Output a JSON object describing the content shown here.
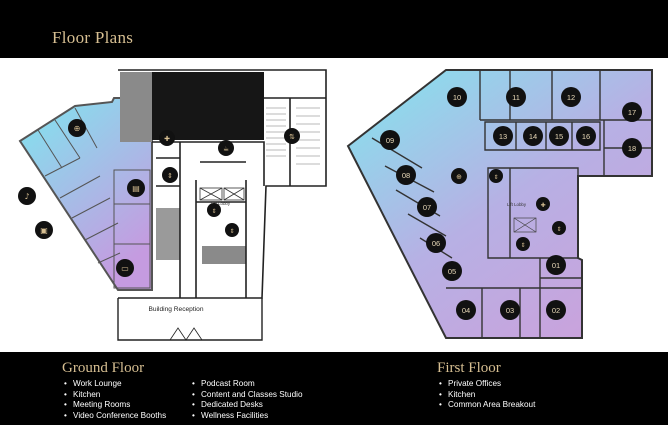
{
  "page": {
    "title": "Floor Plans"
  },
  "ground_floor": {
    "title": "Ground Floor",
    "features_col1": [
      "Work Lounge",
      "Kitchen",
      "Meeting Rooms",
      "Video Conference Booths"
    ],
    "features_col2": [
      "Podcast Room",
      "Content and Classes Studio",
      "Dedicated Desks",
      "Wellness Facilities"
    ],
    "plan_labels": {
      "reception": "Building Reception",
      "lift_lobby": "Lift Lobby"
    }
  },
  "first_floor": {
    "title": "First Floor",
    "features": [
      "Private Offices",
      "Kitchen",
      "Common Area Breakout"
    ],
    "plan_labels": {
      "lift_lobby": "Lift Lobby"
    },
    "office_numbers": [
      "01",
      "02",
      "03",
      "04",
      "05",
      "06",
      "07",
      "08",
      "09",
      "10",
      "11",
      "12",
      "13",
      "14",
      "15",
      "16",
      "17",
      "18"
    ]
  },
  "colors": {
    "gold": "#d7bf92",
    "background": "#000000",
    "gradient_start": "#7fe6ef",
    "gradient_end": "#c59be0",
    "marker": "#111111"
  },
  "icons": [
    "podcast-mic-icon",
    "video-booth-icon",
    "dining-icon",
    "dedicated-desk-icon",
    "lounge-icon",
    "wellness-icon",
    "lift-icon",
    "stairs-icon"
  ]
}
